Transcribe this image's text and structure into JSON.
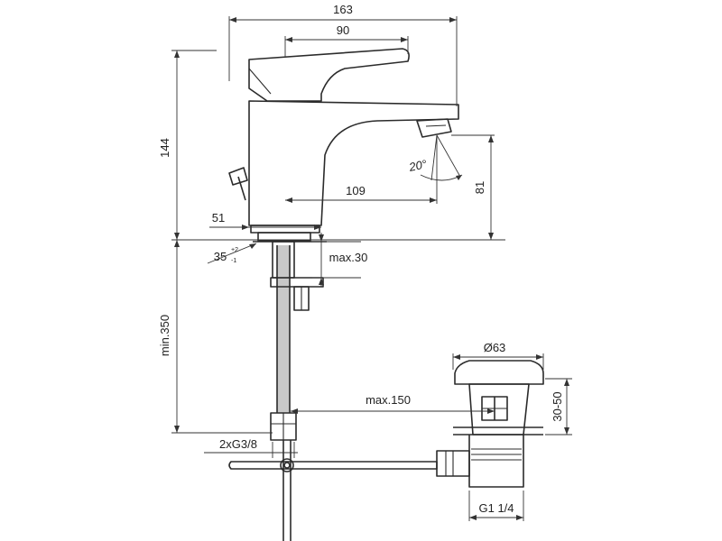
{
  "dimensions": {
    "overall_length": "163",
    "lever_length": "90",
    "height": "144",
    "spout_reach": "109",
    "spout_height": "81",
    "spray_angle": "20°",
    "base_to_pop_up": "51",
    "tap_hole_diameter": "35",
    "tolerance_plus": "+2",
    "tolerance_minus": "-1",
    "max_deck_thickness": "max.30",
    "min_hose_length": "min.350",
    "max_rod_distance": "max.150",
    "waste_flange_diameter": "Ø63",
    "waste_range": "30-50",
    "hose_connections": "2xG3/8",
    "waste_thread": "G1 1/4"
  },
  "colors": {
    "line": "#2b2b2b",
    "dimension": "#333333",
    "background": "#ffffff"
  }
}
